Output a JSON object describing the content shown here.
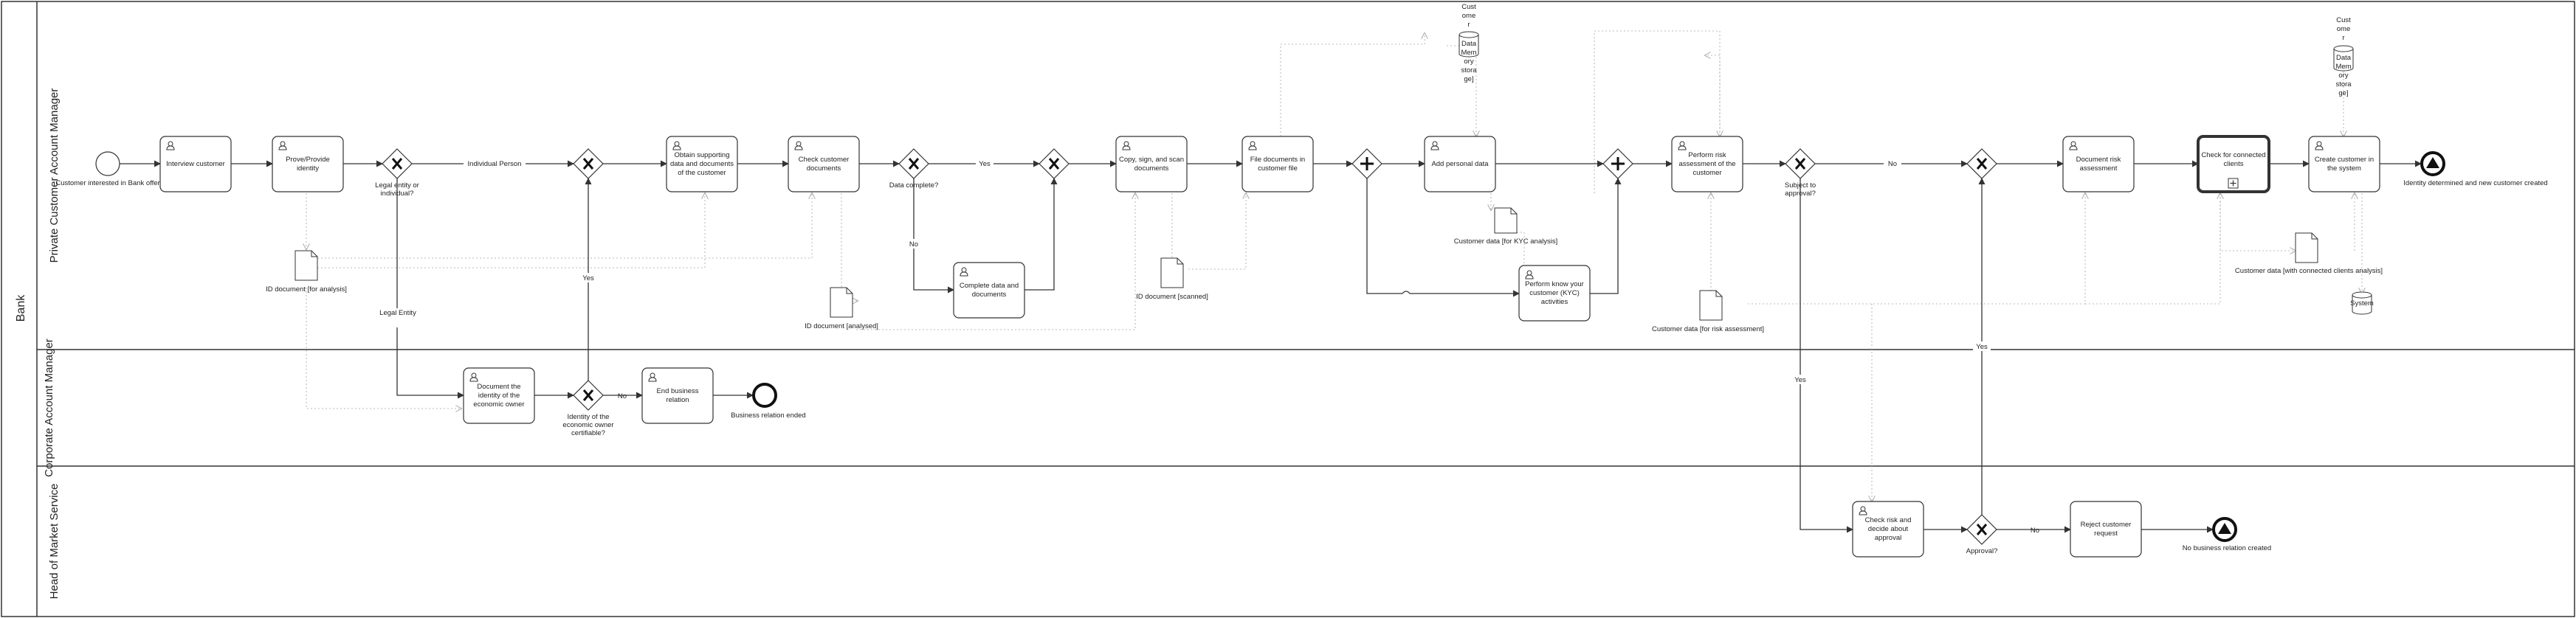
{
  "pool": {
    "title": "Bank"
  },
  "lanes": [
    {
      "id": "pcam",
      "title": "Private Customer Account Manager"
    },
    {
      "id": "cam",
      "title": "Corporate Account Manager"
    },
    {
      "id": "hms",
      "title": "Head of Market Service"
    }
  ],
  "tasks": [
    {
      "id": "interview",
      "label": "Interview customer"
    },
    {
      "id": "prove",
      "label": "Prove/Provide identity"
    },
    {
      "id": "obtain",
      "label": "Obtain supporting data and documents of the customer"
    },
    {
      "id": "checkdocs",
      "label": "Check customer documents"
    },
    {
      "id": "complete",
      "label": "Complete data and documents"
    },
    {
      "id": "copy",
      "label": "Copy, sign, and scan documents"
    },
    {
      "id": "file",
      "label": "File documents in customer file"
    },
    {
      "id": "addpersonal",
      "label": "Add personal data"
    },
    {
      "id": "kyc",
      "label": "Perform know your customer (KYC) activities"
    },
    {
      "id": "risk",
      "label": "Perform risk assessment of the customer"
    },
    {
      "id": "docrisk",
      "label": "Document risk assessment"
    },
    {
      "id": "connected",
      "label": "Check for connected clients"
    },
    {
      "id": "create",
      "label": "Create customer in the system"
    },
    {
      "id": "economic",
      "label": "Document the identity of the economic owner"
    },
    {
      "id": "endrel",
      "label": "End business relation"
    },
    {
      "id": "checkrisk",
      "label": "Check risk and decide about approval"
    },
    {
      "id": "reject",
      "label": "Reject customer request"
    }
  ],
  "gateways": [
    {
      "id": "g_legal",
      "label": "Legal entity or individual?"
    },
    {
      "id": "g_merge1",
      "label": ""
    },
    {
      "id": "g_complete",
      "label": "Data complete?"
    },
    {
      "id": "g_merge2",
      "label": ""
    },
    {
      "id": "g_split",
      "label": ""
    },
    {
      "id": "g_join",
      "label": ""
    },
    {
      "id": "g_approval",
      "label": "Subject to approval?"
    },
    {
      "id": "g_merge3",
      "label": ""
    },
    {
      "id": "g_economic",
      "label": "Identity of the economic owner certifiable?"
    },
    {
      "id": "g_approved",
      "label": "Approval?"
    }
  ],
  "events": [
    {
      "id": "start",
      "label": "Customer interested in Bank offer"
    },
    {
      "id": "end_new",
      "label": "Identity determined and new customer created"
    },
    {
      "id": "end_relation",
      "label": "Business relation ended"
    },
    {
      "id": "end_nobiz",
      "label": "No business relation created"
    }
  ],
  "documents": [
    {
      "id": "doc_id_analysis",
      "label": "ID document [for analysis]"
    },
    {
      "id": "doc_id_analysed",
      "label": "ID document [analysed]"
    },
    {
      "id": "doc_id_scanned",
      "label": "ID document [scanned]"
    },
    {
      "id": "doc_kyc",
      "label": "Customer data [for KYC analysis]"
    },
    {
      "id": "doc_risk",
      "label": "Customer data [for risk assessment]"
    },
    {
      "id": "doc_connected",
      "label": "Customer data [with connected clients analysis]"
    }
  ],
  "stores": [
    {
      "id": "store_1",
      "label": "Customer Data Memory storage"
    },
    {
      "id": "store_2",
      "label": "Customer Data Memory storage"
    },
    {
      "id": "store_sys",
      "label": "System"
    }
  ],
  "flow_labels": {
    "individual": "Individual Person",
    "legal": "Legal Entity",
    "yes": "Yes",
    "no": "No"
  }
}
